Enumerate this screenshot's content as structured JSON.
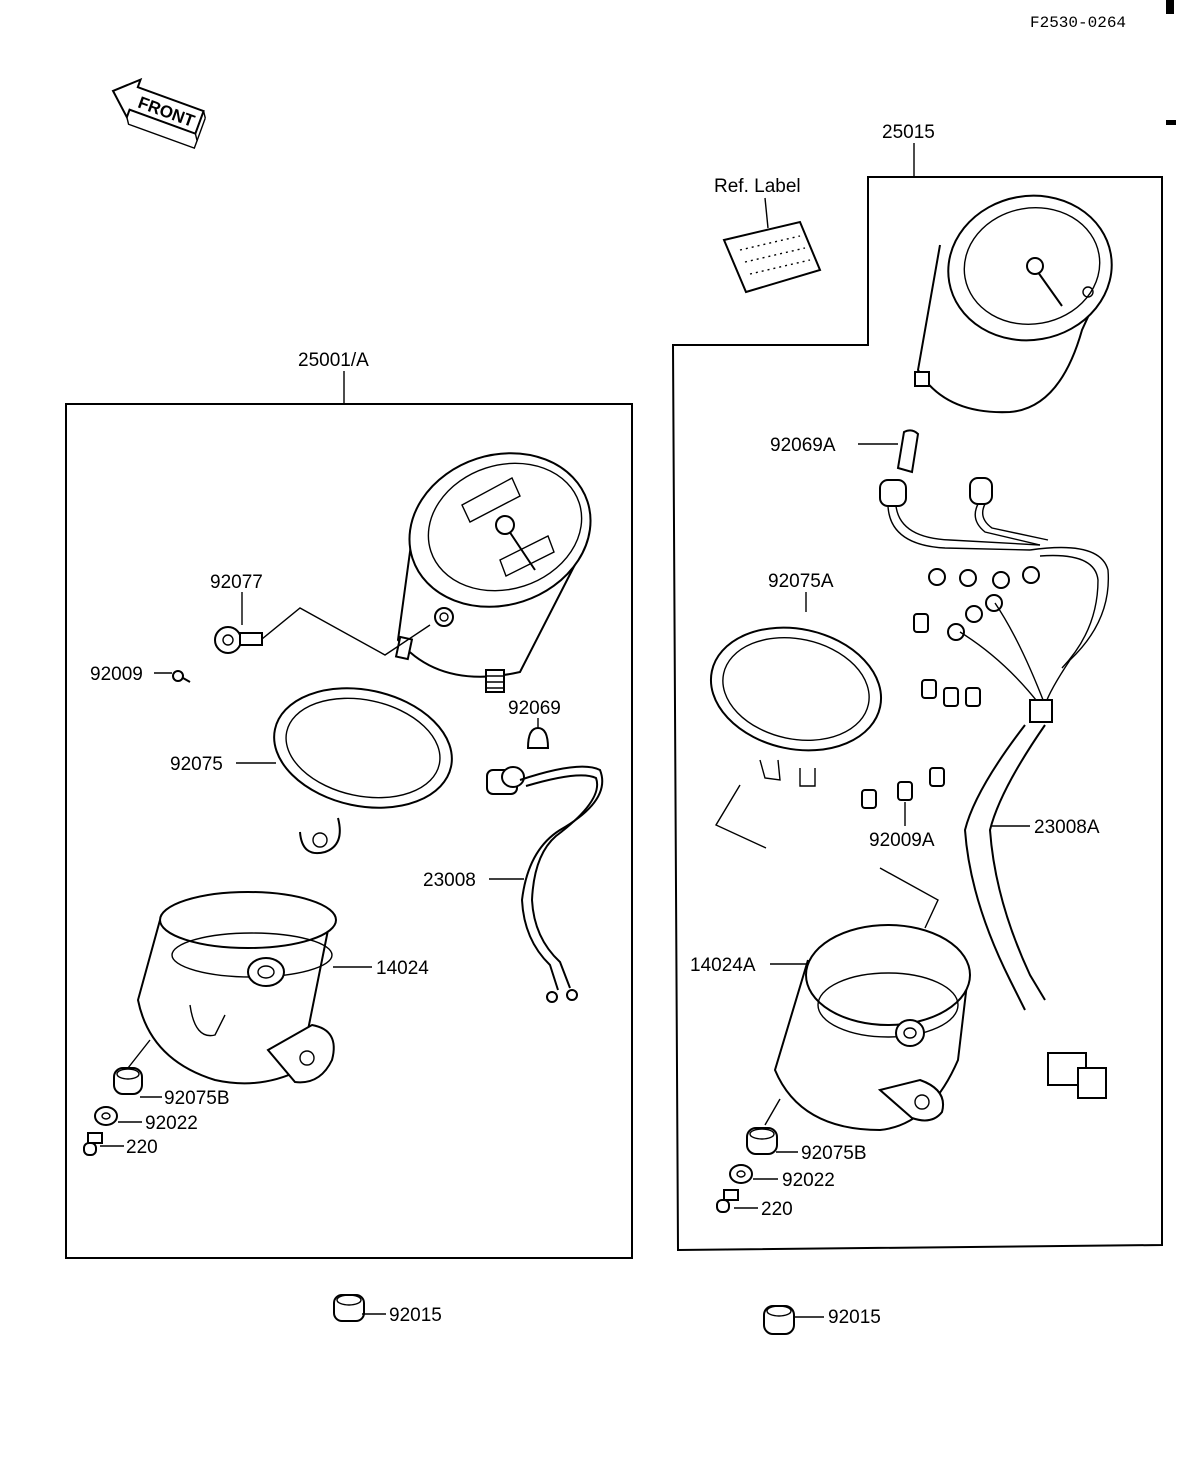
{
  "drawing_code": "F2530-0264",
  "front_badge": "FRONT",
  "ref_label": "Ref. Label",
  "left_assembly": {
    "title": "25001/A",
    "parts": {
      "gear": "92077",
      "screw": "92009",
      "ring": "92075",
      "bulb": "92069",
      "harness": "23008",
      "case": "14024",
      "grommet": "92075B",
      "washer": "92022",
      "nut": "220"
    },
    "outside_part": "92015"
  },
  "right_assembly": {
    "title": "25015",
    "parts": {
      "bulb": "92069A",
      "ring": "92075A",
      "screws": "92009A",
      "harness": "23008A",
      "case": "14024A",
      "grommet": "92075B",
      "washer": "92022",
      "nut": "220"
    },
    "outside_part": "92015"
  }
}
